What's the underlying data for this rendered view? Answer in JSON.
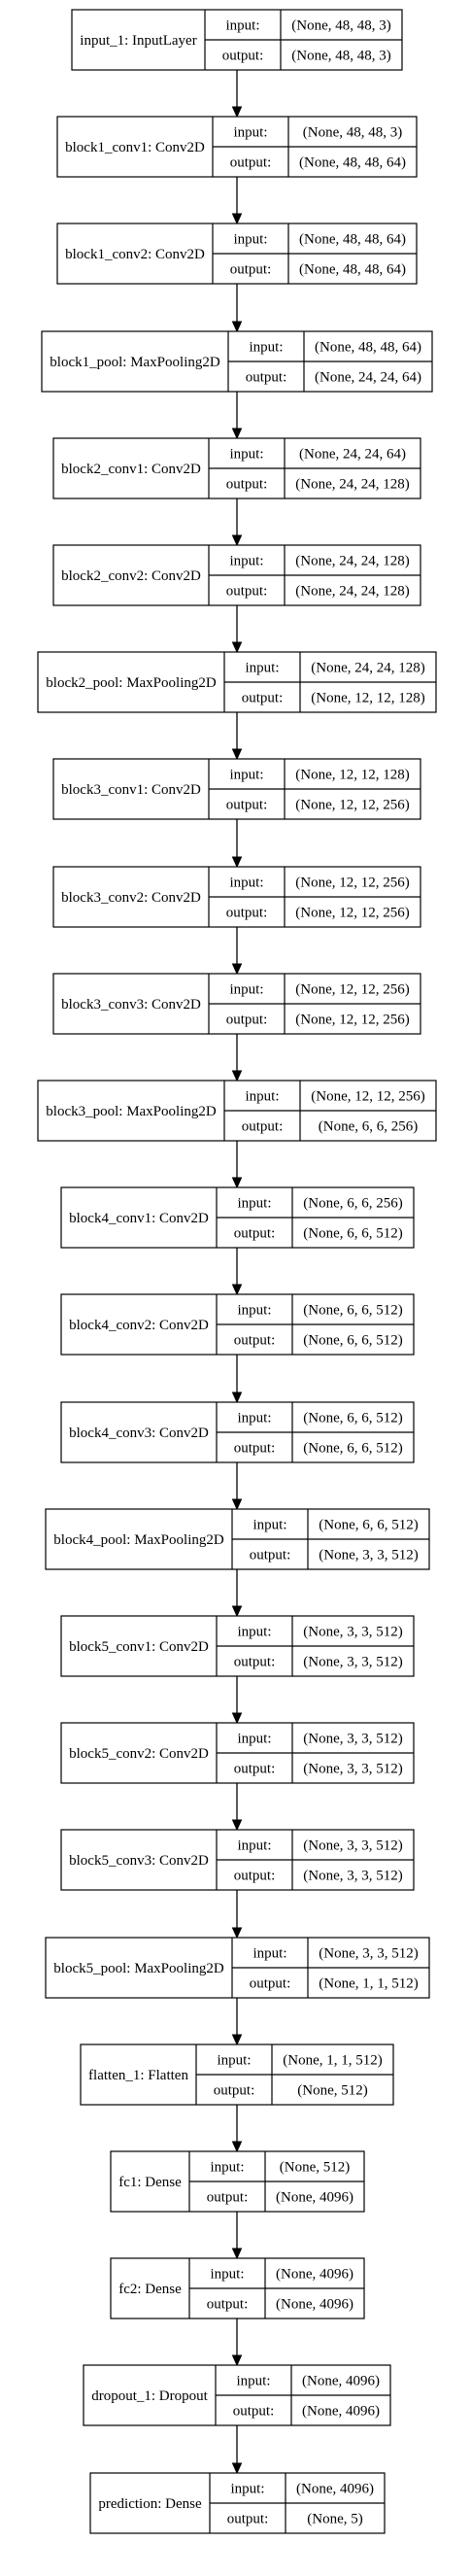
{
  "diagram": {
    "nodes": [
      {
        "name": "input_1: InputLayer",
        "input": "(None, 48, 48, 3)",
        "output": "(None, 48, 48, 3)"
      },
      {
        "name": "block1_conv1: Conv2D",
        "input": "(None, 48, 48, 3)",
        "output": "(None, 48, 48, 64)"
      },
      {
        "name": "block1_conv2: Conv2D",
        "input": "(None, 48, 48, 64)",
        "output": "(None, 48, 48, 64)"
      },
      {
        "name": "block1_pool: MaxPooling2D",
        "input": "(None, 48, 48, 64)",
        "output": "(None, 24, 24, 64)"
      },
      {
        "name": "block2_conv1: Conv2D",
        "input": "(None, 24, 24, 64)",
        "output": "(None, 24, 24, 128)"
      },
      {
        "name": "block2_conv2: Conv2D",
        "input": "(None, 24, 24, 128)",
        "output": "(None, 24, 24, 128)"
      },
      {
        "name": "block2_pool: MaxPooling2D",
        "input": "(None, 24, 24, 128)",
        "output": "(None, 12, 12, 128)"
      },
      {
        "name": "block3_conv1: Conv2D",
        "input": "(None, 12, 12, 128)",
        "output": "(None, 12, 12, 256)"
      },
      {
        "name": "block3_conv2: Conv2D",
        "input": "(None, 12, 12, 256)",
        "output": "(None, 12, 12, 256)"
      },
      {
        "name": "block3_conv3: Conv2D",
        "input": "(None, 12, 12, 256)",
        "output": "(None, 12, 12, 256)"
      },
      {
        "name": "block3_pool: MaxPooling2D",
        "input": "(None, 12, 12, 256)",
        "output": "(None, 6, 6, 256)"
      },
      {
        "name": "block4_conv1: Conv2D",
        "input": "(None, 6, 6, 256)",
        "output": "(None, 6, 6, 512)"
      },
      {
        "name": "block4_conv2: Conv2D",
        "input": "(None, 6, 6, 512)",
        "output": "(None, 6, 6, 512)"
      },
      {
        "name": "block4_conv3: Conv2D",
        "input": "(None, 6, 6, 512)",
        "output": "(None, 6, 6, 512)"
      },
      {
        "name": "block4_pool: MaxPooling2D",
        "input": "(None, 6, 6, 512)",
        "output": "(None, 3, 3, 512)"
      },
      {
        "name": "block5_conv1: Conv2D",
        "input": "(None, 3, 3, 512)",
        "output": "(None, 3, 3, 512)"
      },
      {
        "name": "block5_conv2: Conv2D",
        "input": "(None, 3, 3, 512)",
        "output": "(None, 3, 3, 512)"
      },
      {
        "name": "block5_conv3: Conv2D",
        "input": "(None, 3, 3, 512)",
        "output": "(None, 3, 3, 512)"
      },
      {
        "name": "block5_pool: MaxPooling2D",
        "input": "(None, 3, 3, 512)",
        "output": "(None, 1, 1, 512)"
      },
      {
        "name": "flatten_1: Flatten",
        "input": "(None, 1, 1, 512)",
        "output": "(None, 512)"
      },
      {
        "name": "fc1: Dense",
        "input": "(None, 512)",
        "output": "(None, 4096)"
      },
      {
        "name": "fc2: Dense",
        "input": "(None, 4096)",
        "output": "(None, 4096)"
      },
      {
        "name": "dropout_1: Dropout",
        "input": "(None, 4096)",
        "output": "(None, 4096)"
      },
      {
        "name": "prediction: Dense",
        "input": "(None, 4096)",
        "output": "(None, 5)"
      }
    ],
    "port_labels": {
      "input": "input:",
      "output": "output:"
    }
  }
}
